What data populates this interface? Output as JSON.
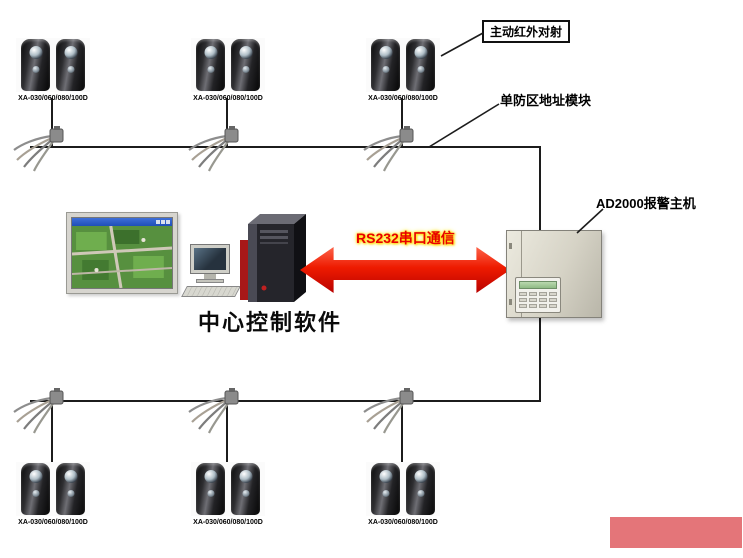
{
  "diagram": {
    "detector_label": "XA-030/060/080/100D",
    "callouts": {
      "active_infrared": "主动红外对射",
      "zone_address_module": "单防区地址模块",
      "alarm_host": "AD2000报警主机"
    },
    "center_software_label": "中心控制软件",
    "arrow_label": "RS232串口通信",
    "colors": {
      "bus_line": "#1c1c1c",
      "arrow_red": "#ee1b00",
      "rs232_text": "#e80000",
      "rs232_glow": "#ffe400",
      "panel_body": "#d6d3c6",
      "map_green": "#57903f",
      "watermark_pink": "#e2696e"
    }
  }
}
